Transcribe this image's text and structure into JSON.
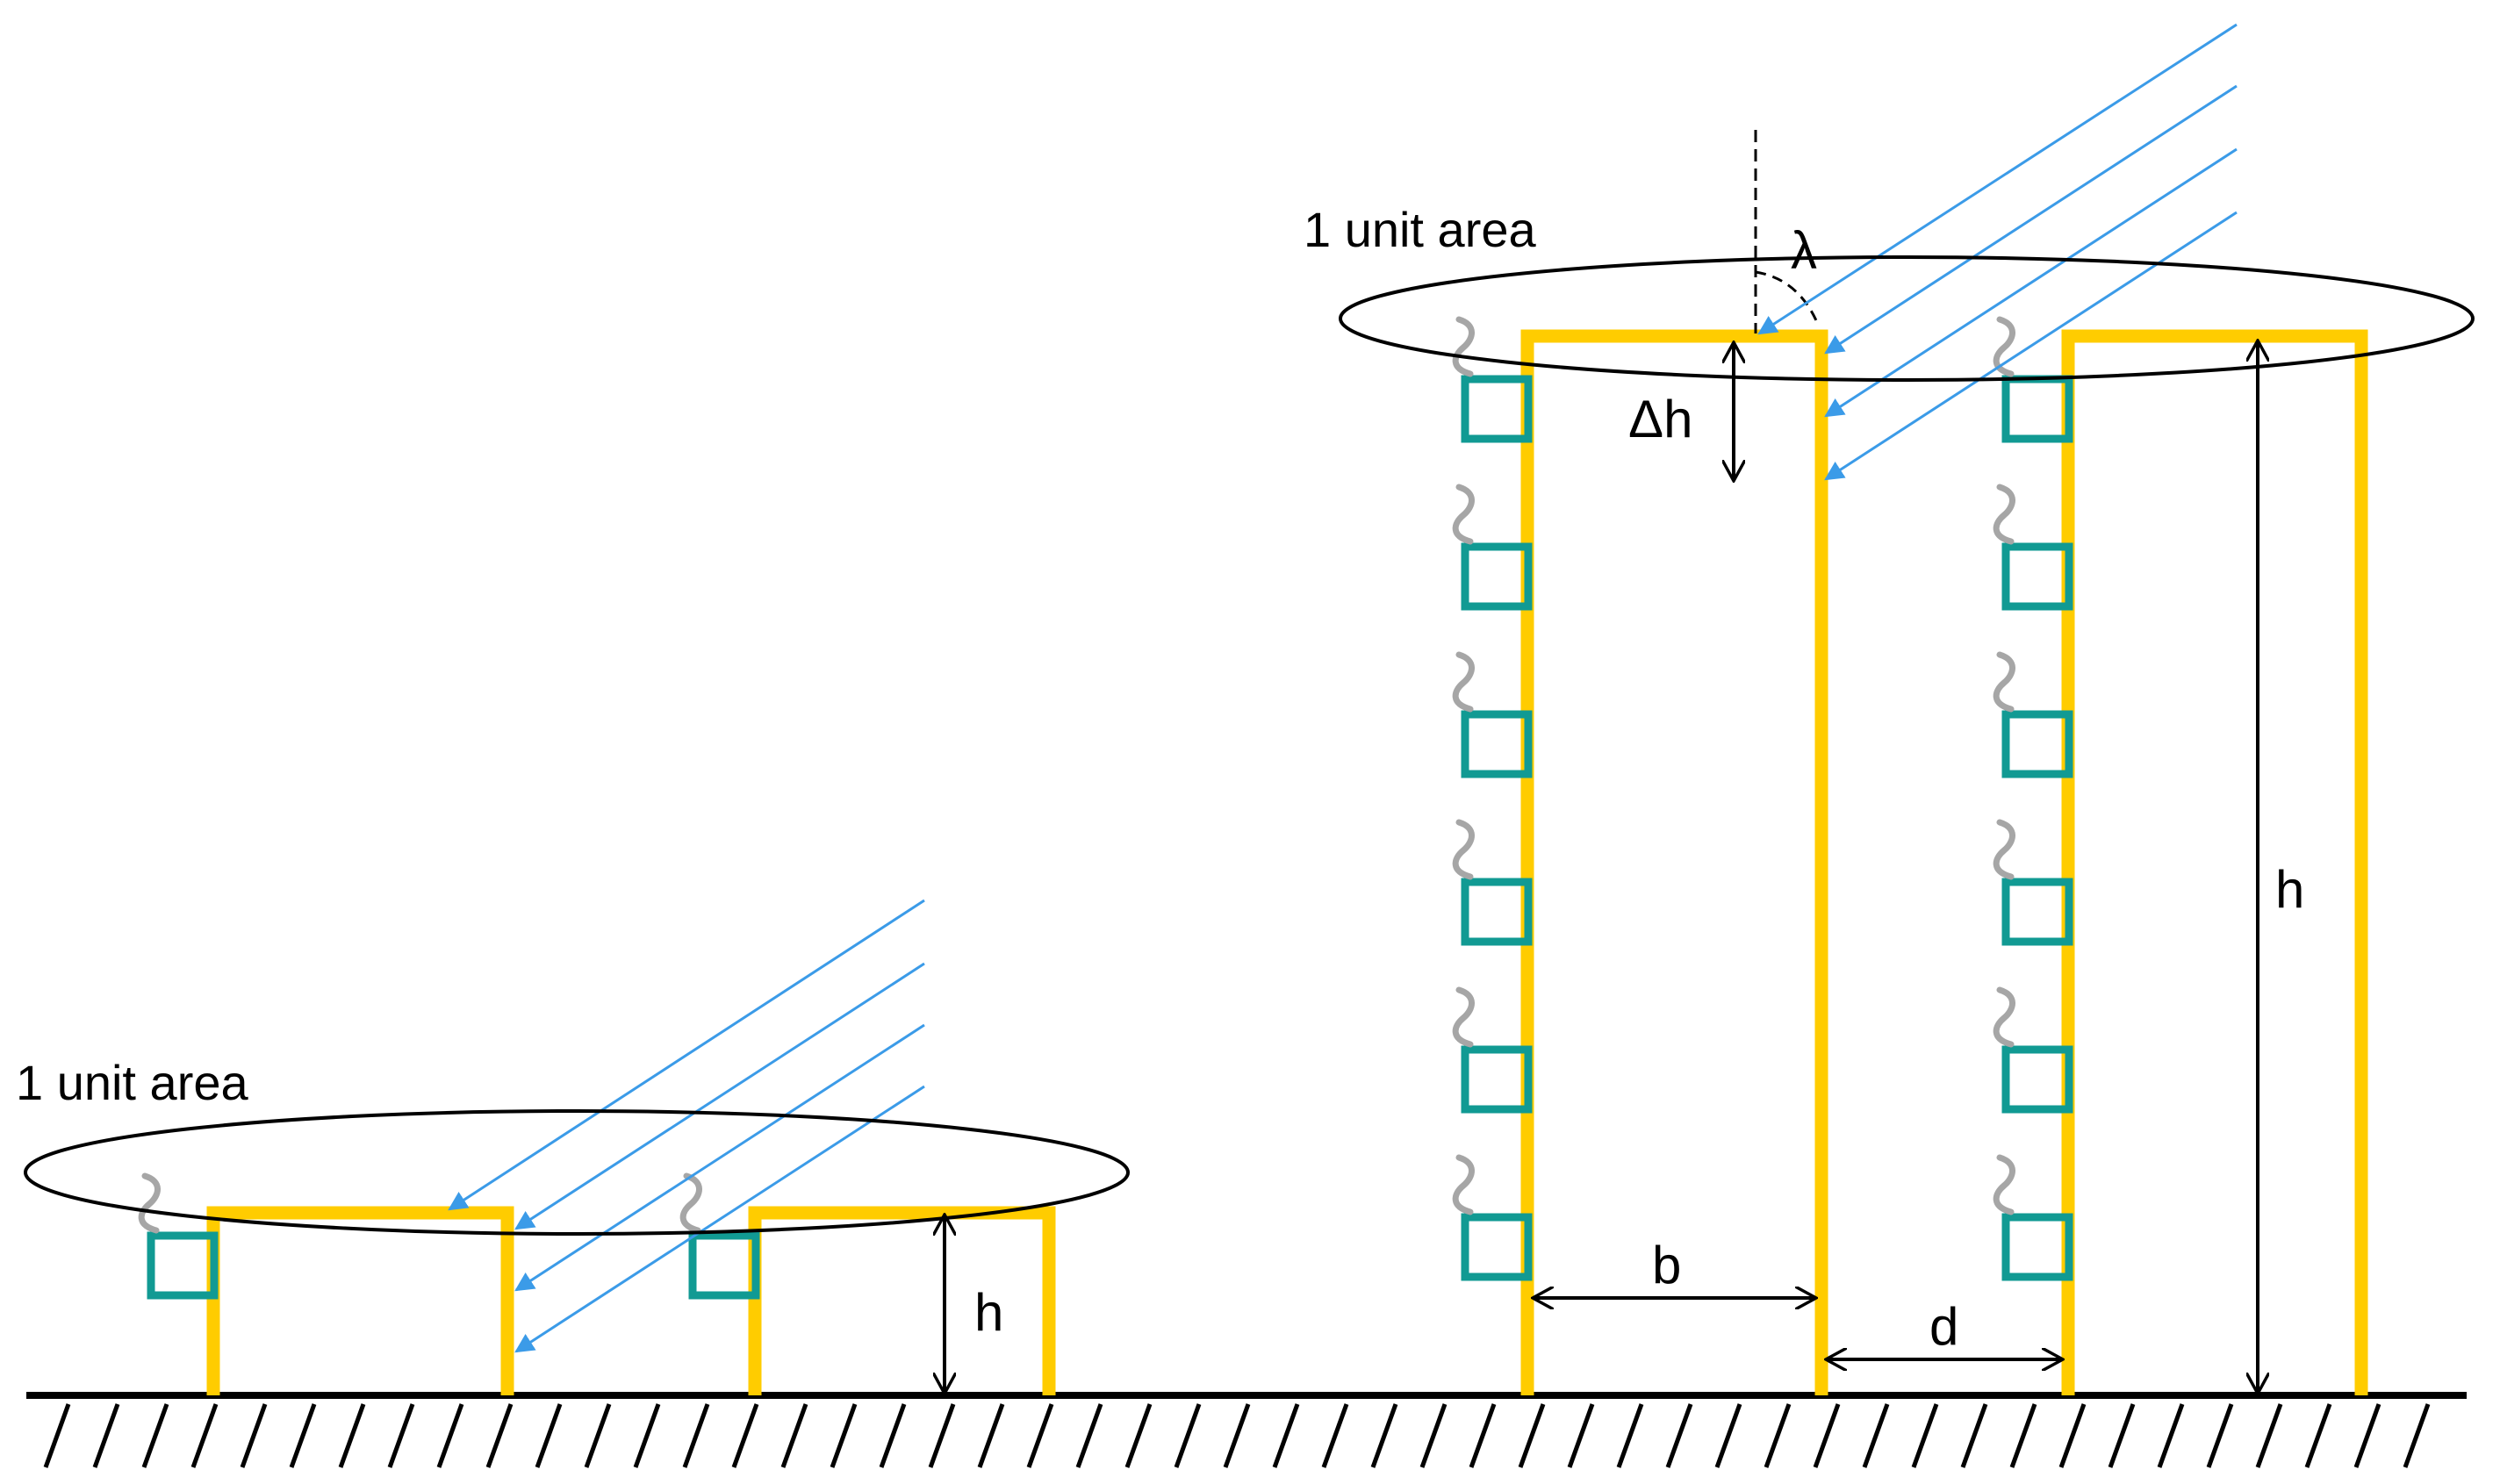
{
  "labels": {
    "unit_area_low": "1 unit area",
    "unit_area_tall": "1 unit area",
    "height_low": "h",
    "height_tall": "h",
    "delta_h": "Δh",
    "lambda": "λ",
    "building_width": "b",
    "street_width": "d"
  },
  "colors": {
    "building_outline": "#FFCC00",
    "window": "#119A93",
    "heat_wave": "#A6A6A6",
    "solar_ray": "#3B9BE8",
    "ground": "#000000"
  },
  "icons": {
    "window": "window-square-icon",
    "heat": "heat-wave-icon",
    "ray": "arrow-icon"
  }
}
